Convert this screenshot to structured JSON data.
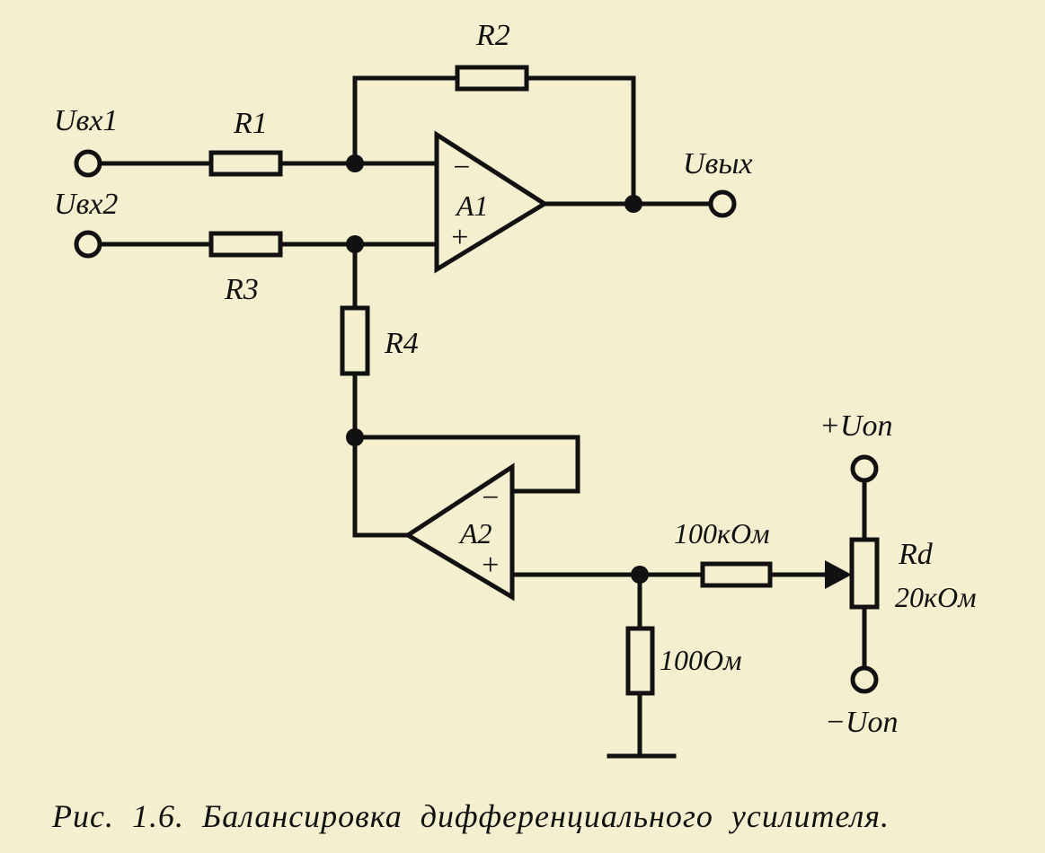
{
  "labels": {
    "uin1": "Uвх1",
    "uin2": "Uвх2",
    "uout": "Uвых",
    "r1": "R1",
    "r2": "R2",
    "r3": "R3",
    "r4": "R4",
    "a1": "A1",
    "a2": "A2",
    "minus": "−",
    "plus": "+",
    "r100k": "100кОм",
    "r100": "100Ом",
    "rd": "Rd",
    "rd_value": "20кОм",
    "vpos": "+Uоп",
    "vneg": "−Uоп"
  },
  "caption": "Рис. 1.6. Балансировка дифференциального усилителя."
}
